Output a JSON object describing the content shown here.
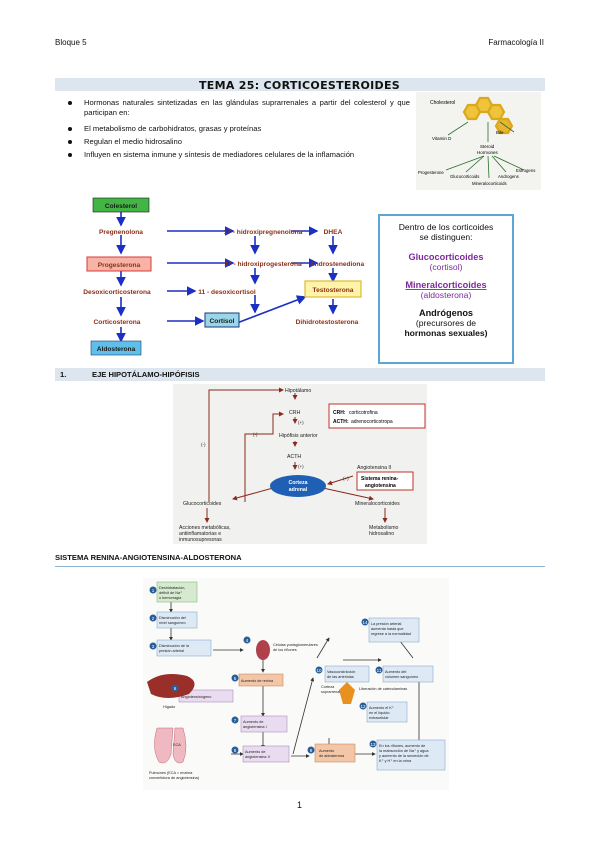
{
  "header": {
    "left": "Bloque 5",
    "right": "Farmacología II"
  },
  "title": "TEMA 25: CORTICOESTEROIDES",
  "bullets": {
    "b1": "Hormonas naturales sintetizadas en las glándulas suprarrenales a partir del colesterol y que participan en:",
    "b2": "El metabolismo de carbohidratos, grasas y proteínas",
    "b3": "Regulan el medio hidrosalino",
    "b4": "Influyen en sistema inmune y síntesis de mediadores celulares de la inflamación"
  },
  "cholesterol_fig": {
    "cholesterol": "Cholesterol",
    "bile": "Bile",
    "vitd": "Vitamin D",
    "steroid": "Steroid",
    "hormones": "Hormones",
    "progesterone": "Progesterone",
    "glucocorticoids": "Glucocorticoids",
    "androgens": "Androgens",
    "estrogens": "Estrogens",
    "mineralocorticoids": "Mineralocorticoids"
  },
  "pathway": {
    "colesterol": "Colesterol",
    "pregnenolona": "Pregnenolona",
    "hidroxipreg": "17 - hidroxipregnenolona",
    "dhea": "DHEA",
    "progesterona": "Progesterona",
    "hidroxiprog": "17 - hidroxiprogesterona",
    "androstenediona": "Androstenediona",
    "desoxicorticosterona": "Desoxicorticosterona",
    "desoxicortisol": "11 - desoxicortisol",
    "testosterona": "Testosterona",
    "corticosterona": "Corticosterona",
    "cortisol": "Cortisol",
    "dihidrotestosterona": "Dihidrotestosterona",
    "aldosterona": "Aldosterona"
  },
  "summary_box": {
    "heading1": "Dentro de los corticoides",
    "heading2": "se distinguen:",
    "gluco": "Glucocorticoides",
    "gluco_sub": "(cortisol)",
    "mineral": "Mineralcorticoides",
    "mineral_sub": "(aldosterona)",
    "andro": "Andrógenos",
    "andro_sub1": "(precursores de",
    "andro_sub2": "hormonas sexuales)"
  },
  "section1": {
    "number": "1.",
    "title": "EJE HIPOTÁLAMO-HIPÓFISIS"
  },
  "axis_fig": {
    "hipotalamo": "Hipotálamo",
    "crh": "CRH",
    "plus": "(+)",
    "minus": "(-)",
    "hipofisis": "Hipófisis anterior",
    "acth": "ACTH",
    "corteza1": "Corteza",
    "corteza2": "adrenal",
    "legend_crh_k": "CRH:",
    "legend_crh_v": "corticotrofina",
    "legend_acth_k": "ACTH:",
    "legend_acth_v": "adrenocorticotropa",
    "angiotensina": "Angiotensina II",
    "sistema1": "Sistema renina-",
    "sistema2": "angiotensina",
    "gluco": "Glucocorticoides",
    "mineral": "Mineralocorticoides",
    "acciones1": "Acciones metabólicas,",
    "acciones2": "antiinflamatorias e",
    "acciones3": "inmunosupresoras",
    "metab1": "Metabolismo",
    "metab2": "hidrosalino"
  },
  "section2": {
    "title": "SISTEMA RENINA-ANGIOTENSINA-ALDOSTERONA"
  },
  "raas": {
    "s1a": "Deshidratación,",
    "s1b": "déficit de Na⁺",
    "s1c": "o hemorragia",
    "s2a": "Disminución del",
    "s2b": "nivel sanguíneo",
    "s3a": "Disminución de la",
    "s3b": "presión arterial",
    "s4a": "Células yuxtaglomerulares",
    "s4b": "de los riñones",
    "s5": "Aumento de renina",
    "higado": "Hígado",
    "angiotensinogeno": "Angiotensinógeno",
    "s7a": "Aumento de",
    "s7b": "angiotensina I",
    "eca": "ECA",
    "s8a": "Aumento de",
    "s8b": "angiotensina II",
    "pulmones1": "Pulmones (ECA = enzima",
    "pulmones2": "convertidora de angiotensina)",
    "s9a": "Aumento",
    "s9b": "de aldosterona",
    "corteza1": "Corteza",
    "corteza2": "suprarrenal",
    "catecol": "Liberación de catecolaminas",
    "k1": "Aumento el K⁺",
    "k2": "en el líquido",
    "k3": "extracelular",
    "vaso1": "Vasoconstricción",
    "vaso2": "de las arteriolas",
    "vol1": "Aumento del",
    "vol2": "volumen sanguíneo",
    "pa1": "La presión arterial",
    "pa2": "aumenta hasta que",
    "pa3": "regrese a la normalidad",
    "rin1": "En los riñones, aumento de",
    "rin2": "la reabsorción de Na⁺ y agua",
    "rin3": "y aumento de la secreción de",
    "rin4": "K⁺ y H⁺ en la orina",
    "n1": "1",
    "n2": "2",
    "n3": "3",
    "n4": "4",
    "n5": "5",
    "n6": "6",
    "n7": "7",
    "n8": "8",
    "n9": "9",
    "n10": "10",
    "n11": "11",
    "n12": "12",
    "n13": "13",
    "n14": "14"
  },
  "page_number": "1"
}
